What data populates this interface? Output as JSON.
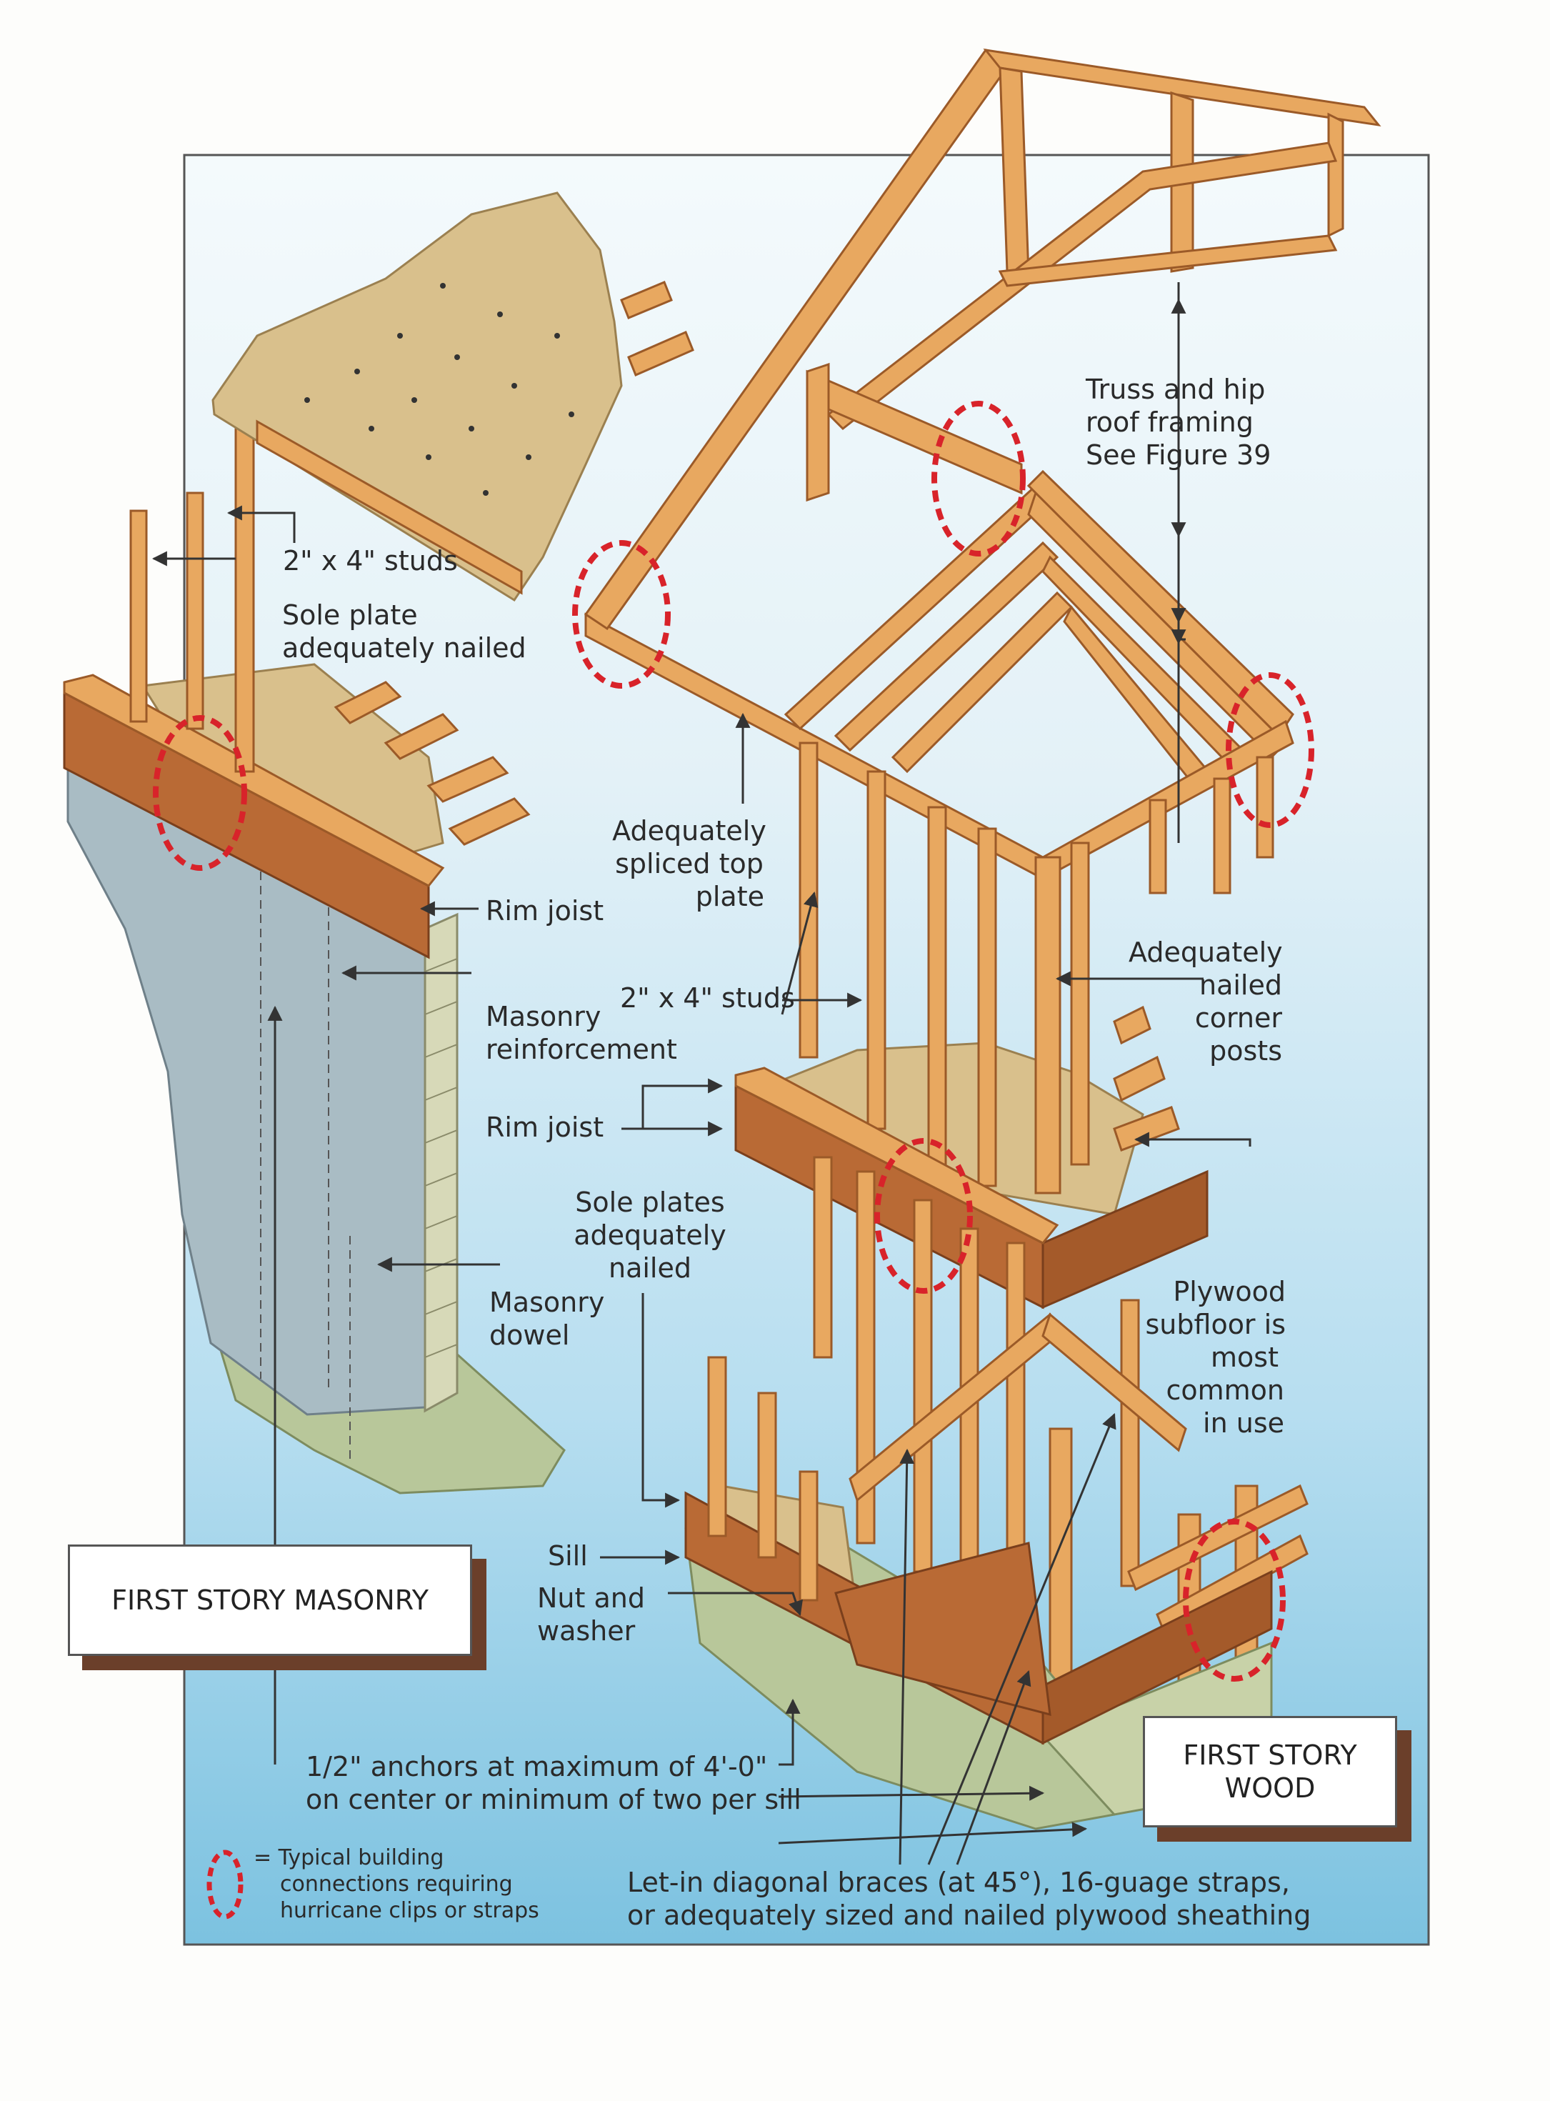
{
  "labels": {
    "studs_top": "2\" x 4\" studs",
    "sole_plate_1": "Sole plate",
    "sole_plate_2": "adequately nailed",
    "truss_1": "Truss and hip",
    "truss_2": "roof framing",
    "truss_3": "See Figure 39",
    "rim_joist_left": "Rim joist",
    "spliced_1": "Adequately",
    "spliced_2": "spliced top",
    "spliced_3": "plate",
    "corner_1": "Adequately",
    "corner_2": "nailed",
    "corner_3": "corner",
    "corner_4": "posts",
    "studs_mid": "2\" x 4\" studs",
    "mas_reinf_1": "Masonry",
    "mas_reinf_2": "reinforcement",
    "rim_joist_mid": "Rim joist",
    "sole_plates_1": "Sole plates",
    "sole_plates_2": "adequately",
    "sole_plates_3": "nailed",
    "mas_dowel_1": "Masonry",
    "mas_dowel_2": "dowel",
    "plywood_1": "Plywood",
    "plywood_2": "subfloor is",
    "plywood_3": "most",
    "plywood_4": "common",
    "plywood_5": "in use",
    "sill": "Sill",
    "nut_1": "Nut and",
    "nut_2": "washer",
    "anchors_1": "1/2\" anchors at maximum of 4'-0\"",
    "anchors_2": "on center or minimum of two per sill",
    "braces_1": "Let-in diagonal braces (at 45°), 16-guage straps,",
    "braces_2": "or adequately sized and nailed plywood sheathing"
  },
  "boxes": {
    "masonry": "FIRST STORY MASONRY",
    "wood_1": "FIRST STORY",
    "wood_2": "WOOD"
  },
  "legend": {
    "line_1": "= Typical building",
    "line_2": "connections requiring",
    "line_3": "hurricane clips or straps"
  },
  "colors": {
    "sky_top": "#eef7fb",
    "sky_bottom": "#7fc4e2",
    "lumber": "#e8a860",
    "lumber_dark": "#b36a32",
    "rim": "#b96a35",
    "masonry": "#a9bcc4",
    "sheathing": "#d9c08c",
    "ground": "#b8c79a",
    "marker": "#d8232a",
    "box_shadow": "#6b3f2a"
  }
}
